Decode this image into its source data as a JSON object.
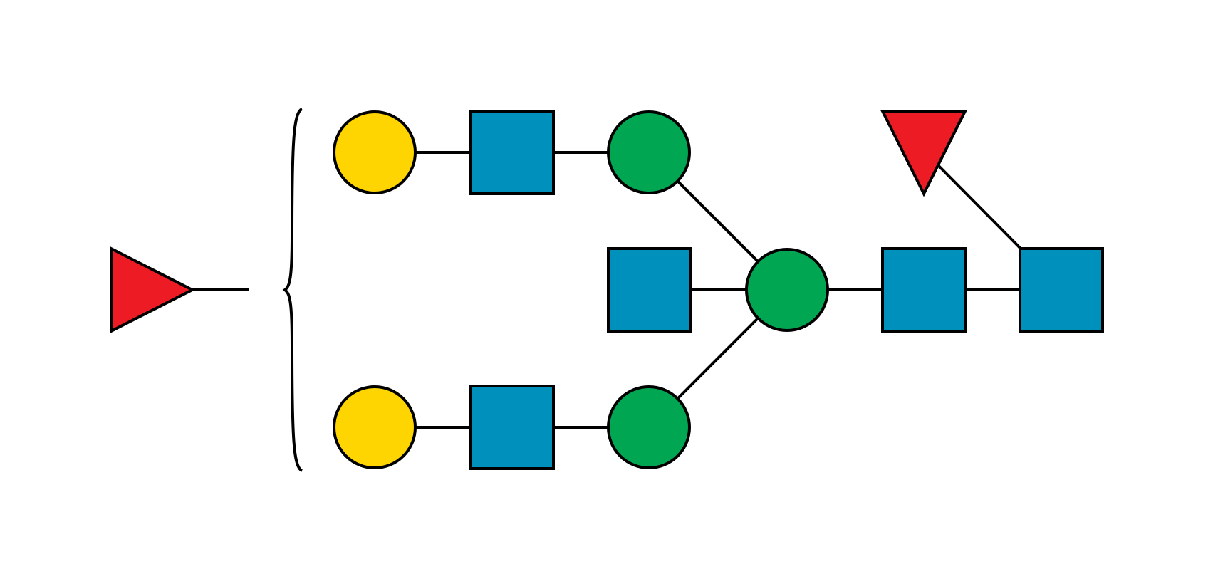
{
  "colors": {
    "background": "#ffffff",
    "outline": "#000000",
    "galactose": "#FED500",
    "glcnac": "#0090BC",
    "mannose": "#00A651",
    "fucose": "#ED1C24"
  },
  "legend": [],
  "nodes": [
    {
      "id": "fuc-floating",
      "shape": "triangle-right",
      "fill": "fucose"
    },
    {
      "id": "gal-top",
      "shape": "circle",
      "fill": "galactose"
    },
    {
      "id": "glcnac-top-arm",
      "shape": "square",
      "fill": "glcnac"
    },
    {
      "id": "man-top",
      "shape": "circle",
      "fill": "mannose"
    },
    {
      "id": "glcnac-bisecting",
      "shape": "square",
      "fill": "glcnac"
    },
    {
      "id": "man-core",
      "shape": "circle",
      "fill": "mannose"
    },
    {
      "id": "glcnac-core-1",
      "shape": "square",
      "fill": "glcnac"
    },
    {
      "id": "glcnac-reducing",
      "shape": "square",
      "fill": "glcnac"
    },
    {
      "id": "fuc-core",
      "shape": "triangle-down",
      "fill": "fucose"
    },
    {
      "id": "gal-bottom",
      "shape": "circle",
      "fill": "galactose"
    },
    {
      "id": "glcnac-bottom-arm",
      "shape": "square",
      "fill": "glcnac"
    },
    {
      "id": "man-bottom",
      "shape": "circle",
      "fill": "mannose"
    }
  ],
  "links": [
    {
      "from": "gal-top",
      "to": "glcnac-top-arm"
    },
    {
      "from": "glcnac-top-arm",
      "to": "man-top"
    },
    {
      "from": "man-top",
      "to": "man-core"
    },
    {
      "from": "glcnac-bisecting",
      "to": "man-core"
    },
    {
      "from": "man-bottom",
      "to": "man-core"
    },
    {
      "from": "gal-bottom",
      "to": "glcnac-bottom-arm"
    },
    {
      "from": "glcnac-bottom-arm",
      "to": "man-bottom"
    },
    {
      "from": "man-core",
      "to": "glcnac-core-1"
    },
    {
      "from": "glcnac-core-1",
      "to": "glcnac-reducing"
    },
    {
      "from": "fuc-core",
      "to": "glcnac-reducing"
    },
    {
      "from": "fuc-floating",
      "to": "antenna-bracket"
    }
  ]
}
